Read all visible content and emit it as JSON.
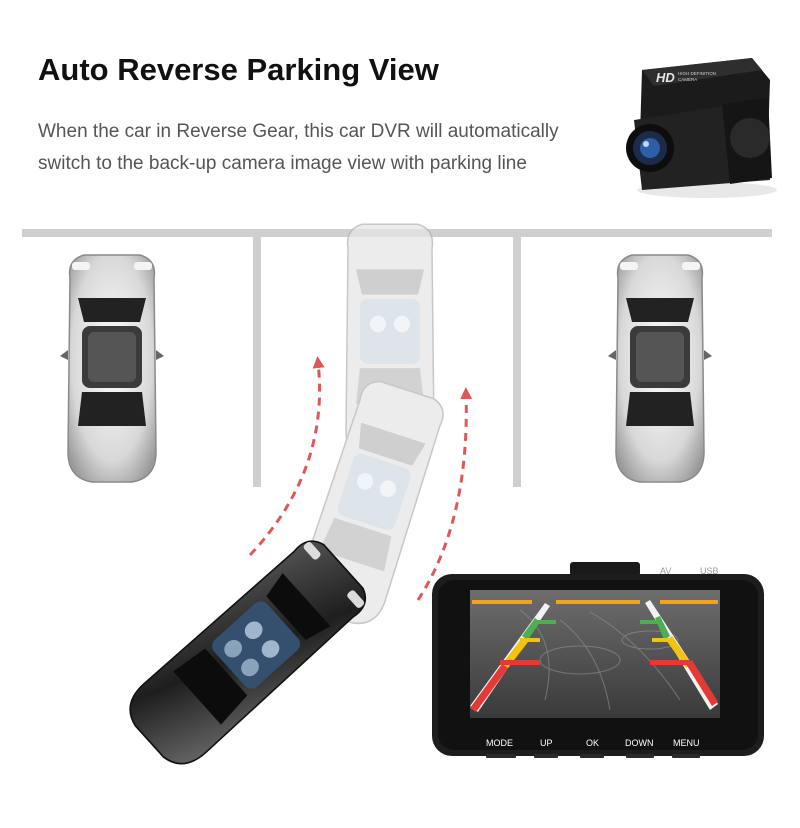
{
  "header": {
    "title": "Auto Reverse Parking View",
    "subtitle_line1": "When the car in Reverse Gear, this car DVR will automatically",
    "subtitle_line2": "switch to the back-up camera image view with parking line"
  },
  "camera": {
    "hd_badge": "HD",
    "badge_line1": "HIGH DEFINITION",
    "badge_line2": "CAMERA"
  },
  "dvr": {
    "buttons": [
      "MODE",
      "UP",
      "OK",
      "DOWN",
      "MENU"
    ],
    "top_labels": [
      "AV",
      "USB"
    ]
  },
  "colors": {
    "lot_lines": "#cfcfcf",
    "arrows": "#e05757",
    "guide_red": "#e53935",
    "guide_yellow": "#f2c40f",
    "guide_green": "#4caf50",
    "guide_orange": "#f4a11e"
  }
}
